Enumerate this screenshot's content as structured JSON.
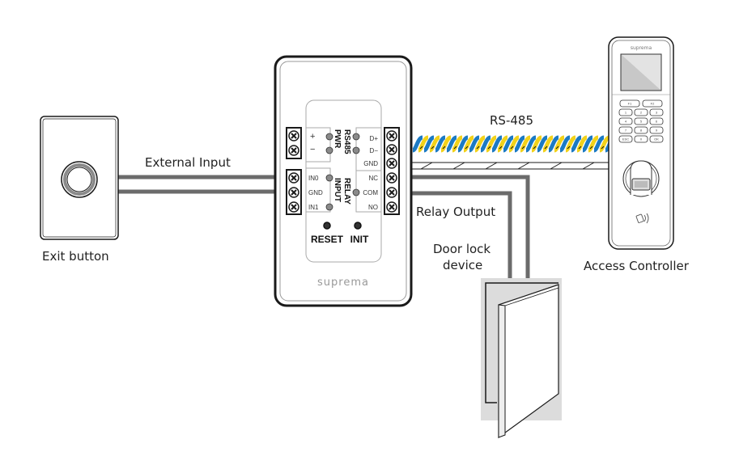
{
  "labels": {
    "external_input": "External Input",
    "exit_button": "Exit button",
    "rs485": "RS-485",
    "relay_output": "Relay Output",
    "door_lock_line1": "Door lock",
    "door_lock_line2": "device",
    "access_controller": "Access Controller"
  },
  "module": {
    "brand": "suprema",
    "sections": {
      "pwr": "PWR",
      "rs485": "RS485",
      "input": "INPUT",
      "relay": "RELAY"
    },
    "pwr_terminals": [
      "+",
      "−"
    ],
    "input_terminals": [
      "IN0",
      "GND",
      "IN1"
    ],
    "rs485_terminals": [
      "D+",
      "D−",
      "GND"
    ],
    "relay_terminals": [
      "NC",
      "COM",
      "NO"
    ],
    "buttons": {
      "reset": "RESET",
      "init": "INIT"
    }
  },
  "controller": {
    "brand": "suprema",
    "keys": [
      "F1",
      "F2",
      "1",
      "2",
      "3",
      "4",
      "5",
      "6",
      "7",
      "8",
      "9",
      "ESC",
      "0",
      "OK"
    ]
  },
  "colors": {
    "wire_gray": "#6b6b6b",
    "rs485_blue": "#1b7ac4",
    "rs485_yellow": "#f2d21a",
    "outline": "#1a1a1a",
    "panel_gray": "#bdbdbd"
  }
}
